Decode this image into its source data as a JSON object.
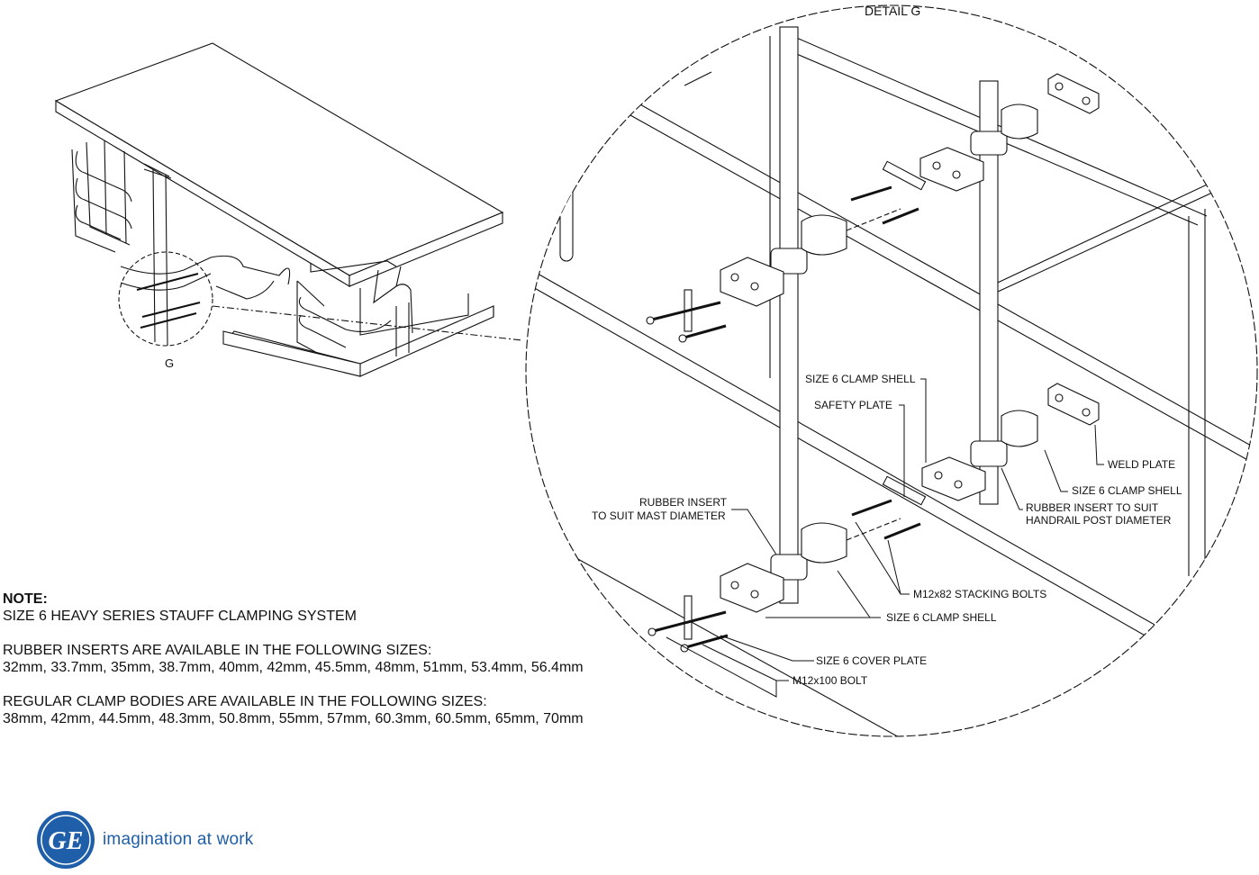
{
  "detail_title": "DETAIL G",
  "callout_letter": "G",
  "labels": {
    "clamp_shell_top": "SIZE 6 CLAMP SHELL",
    "safety_plate": "SAFETY PLATE",
    "weld_plate": "WELD PLATE",
    "clamp_shell_right": "SIZE 6 CLAMP SHELL",
    "rubber_insert_mast_1": "RUBBER INSERT",
    "rubber_insert_mast_2": "TO SUIT MAST DIAMETER",
    "rubber_insert_handrail_1": "RUBBER INSERT TO SUIT",
    "rubber_insert_handrail_2": "HANDRAIL POST DIAMETER",
    "stacking_bolts": "M12x82 STACKING BOLTS",
    "clamp_shell_bottom": "SIZE 6 CLAMP SHELL",
    "cover_plate": "SIZE 6 COVER PLATE",
    "bolt": "M12x100 BOLT"
  },
  "notes": {
    "heading": "NOTE:",
    "line1": "SIZE 6 HEAVY SERIES STAUFF CLAMPING SYSTEM",
    "line2": "RUBBER INSERTS ARE AVAILABLE IN THE FOLLOWING SIZES:",
    "line3": "32mm, 33.7mm, 35mm, 38.7mm, 40mm, 42mm, 45.5mm, 48mm, 51mm, 53.4mm, 56.4mm",
    "line4": "REGULAR CLAMP BODIES ARE AVAILABLE IN THE FOLLOWING SIZES:",
    "line5": "38mm, 42mm, 44.5mm, 48.3mm, 50.8mm, 55mm, 57mm, 60.3mm, 60.5mm, 65mm, 70mm"
  },
  "logo": {
    "monogram": "GE",
    "tagline": "imagination at work",
    "color": "#1f5ea8"
  }
}
